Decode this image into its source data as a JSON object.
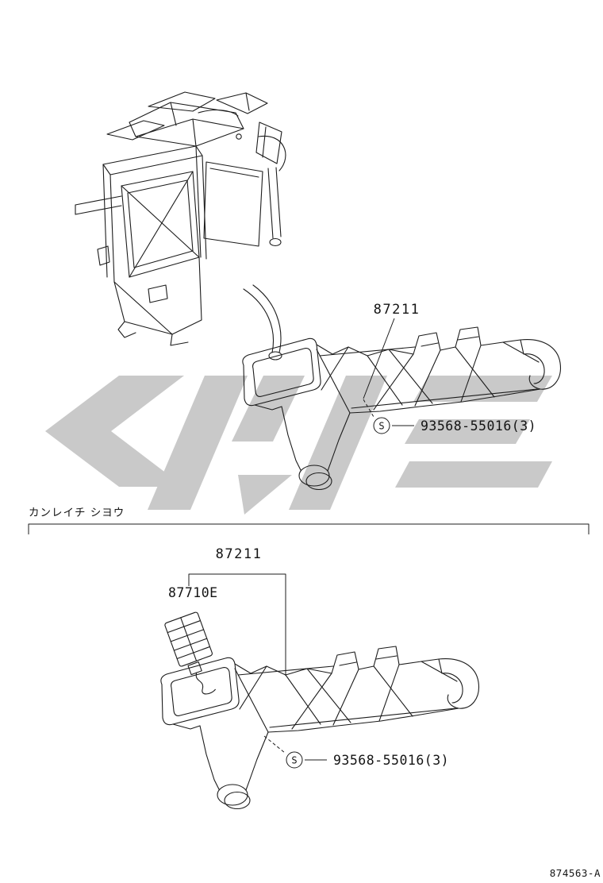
{
  "palette": {
    "ink": "#1c1c1c",
    "watermark": "#c9c9c9",
    "background": "#ffffff"
  },
  "upper_assembly": {
    "duct_label": "87211",
    "fastener_symbol": "S",
    "fastener_part_no": "93568-55016(3)"
  },
  "cold_region_section": {
    "note": "カンレイチ シヨウ",
    "duct_label": "87211",
    "resistor_label": "87710E",
    "fastener_symbol": "S",
    "fastener_part_no": "93568-55016(3)"
  },
  "footer": {
    "drawing_no": "874563-A"
  }
}
